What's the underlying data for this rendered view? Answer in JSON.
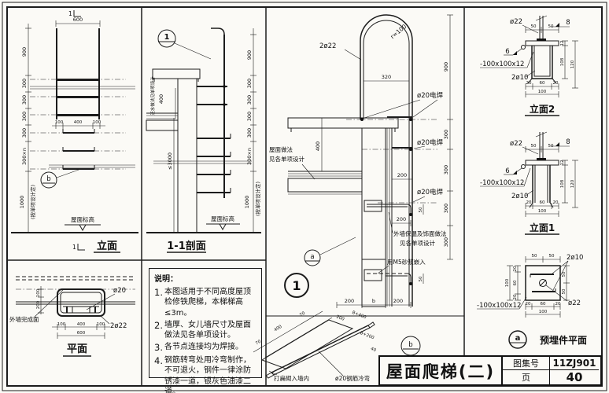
{
  "title_block": {
    "title": "屋面爬梯(二)",
    "atlas_label": "图集号",
    "atlas_no": "11ZJ901",
    "page_label": "页",
    "page_no": "40"
  },
  "elevation": {
    "label": "立面",
    "cut_mark": "1",
    "dim_600": "600",
    "left_dims": [
      "900",
      "300",
      "300",
      "300",
      "300",
      "300×n",
      "1000"
    ],
    "mid_dims": [
      "100",
      "400",
      "100"
    ],
    "design_note": "(按单项设计定)",
    "level_text": "屋面标高",
    "bubble": "b"
  },
  "section": {
    "label": "1-1剖面",
    "bubble": "1",
    "right_dims": [
      "900",
      "300",
      "300",
      "300",
      "300",
      "300×n",
      "1000"
    ],
    "design_note": "(按单项设计定)",
    "level_text": "屋面标高",
    "height_dim": "≤3000",
    "parapet_dim": "400",
    "parapet_note": "泛水做法见单项设计"
  },
  "notes": {
    "heading": "说明：",
    "nums": [
      "1.",
      "2.",
      "3.",
      "4."
    ],
    "items": [
      "本图适用于不同高度屋顶检修铁爬梯，本梯梯高≤3m。",
      "墙厚、女儿墙尺寸及屋面做法见各单项设计。",
      "各节点连接均为焊接。",
      "钢筋转弯处用冷弯制作，不可退火，钢件一律涂防锈漆一道，银灰色油漆二道。"
    ]
  },
  "plan": {
    "label": "平面",
    "rung_label": "ø20",
    "stringer_label": "2ø22",
    "wall_label": "外墙完成面",
    "bottom_dims": [
      "100",
      "400",
      "100"
    ],
    "total_dim": "600",
    "left_dims": [
      "100",
      "200"
    ]
  },
  "detail": {
    "bubble": "1",
    "anchor_bubble": "a",
    "stringer_label": "2ø22",
    "radius_label": "r=100",
    "span_dim": "320",
    "weld_label": "ø20电焊",
    "dim_200": "200",
    "dim_50": "50",
    "parapet_dim": "400",
    "roof_note": [
      "屋面做法",
      "见各单项设计"
    ],
    "wall_note": [
      "外墙保温及饰面做法",
      "见各单项设计"
    ],
    "mortar_note": "用M5砂浆嵌入",
    "right_dims": [
      "900",
      "300",
      "300",
      "300",
      "300"
    ],
    "bottom_dims": [
      "200",
      "b",
      "200"
    ]
  },
  "rung": {
    "bubble": "b",
    "flatten_note": "打扁砌入墙内",
    "bar_note": "ø20钢筋冷弯",
    "dims": {
      "d70a": "70",
      "d400": "400",
      "d70b": "70",
      "d200": "200",
      "dB400": "B+400",
      "dB200": "B+200",
      "d40": "40"
    }
  },
  "embed": {
    "elev2_label": "立面2",
    "elev1_label": "立面1",
    "plan_label": "预埋件平面",
    "plan_bubble": "a",
    "bolt_label": "ø22",
    "plate_label": "-100x100x12",
    "anchor_label": "2ø10",
    "weld8": "8",
    "weld6": "6",
    "top_dims": [
      "50",
      "50"
    ],
    "bot_dims": [
      "20",
      "60",
      "20"
    ],
    "total": "100",
    "right_dims": [
      "12",
      "108",
      "120"
    ],
    "plan_right_dims": [
      "50",
      "50"
    ]
  }
}
